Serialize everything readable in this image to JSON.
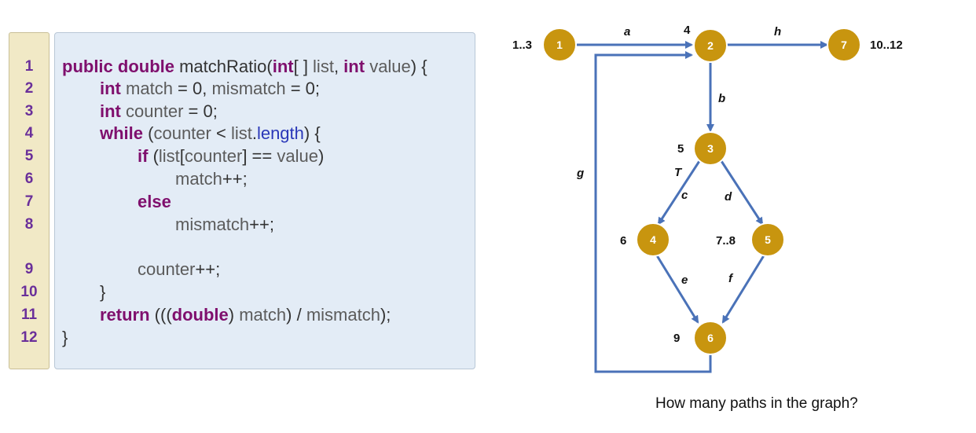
{
  "code": {
    "line_numbers": [
      "1",
      "2",
      "3",
      "4",
      "5",
      "6",
      "7",
      "8",
      "9",
      "10",
      "11",
      "12"
    ],
    "lines": [
      {
        "n": "1",
        "parts": [
          {
            "t": "public double ",
            "c": "kw"
          },
          {
            "t": "matchRatio(",
            "c": ""
          },
          {
            "t": "int",
            "c": "kw"
          },
          {
            "t": "[ ] ",
            "c": ""
          },
          {
            "t": "list",
            "c": "gray"
          },
          {
            "t": ", ",
            "c": ""
          },
          {
            "t": "int",
            "c": "kw"
          },
          {
            "t": " ",
            "c": ""
          },
          {
            "t": "value",
            "c": "gray"
          },
          {
            "t": ") {",
            "c": ""
          }
        ]
      },
      {
        "n": "2",
        "parts": [
          {
            "t": "int",
            "c": "kw"
          },
          {
            "t": " ",
            "c": ""
          },
          {
            "t": "match",
            "c": "gray"
          },
          {
            "t": " = 0, ",
            "c": ""
          },
          {
            "t": "mismatch",
            "c": "gray"
          },
          {
            "t": " = 0;",
            "c": ""
          }
        ]
      },
      {
        "n": "3",
        "parts": [
          {
            "t": "int",
            "c": "kw"
          },
          {
            "t": " ",
            "c": ""
          },
          {
            "t": "counter",
            "c": "gray"
          },
          {
            "t": " = 0;",
            "c": ""
          }
        ]
      },
      {
        "n": "4",
        "parts": [
          {
            "t": "while",
            "c": "kw"
          },
          {
            "t": " (",
            "c": ""
          },
          {
            "t": "counter",
            "c": "gray"
          },
          {
            "t": " < ",
            "c": ""
          },
          {
            "t": "list",
            "c": "gray"
          },
          {
            "t": ".",
            "c": ""
          },
          {
            "t": "length",
            "c": "fld"
          },
          {
            "t": ") {",
            "c": ""
          }
        ]
      },
      {
        "n": "5",
        "parts": [
          {
            "t": "if",
            "c": "kw"
          },
          {
            "t": " (",
            "c": ""
          },
          {
            "t": "list",
            "c": "gray"
          },
          {
            "t": "[",
            "c": ""
          },
          {
            "t": "counter",
            "c": "gray"
          },
          {
            "t": "] == ",
            "c": ""
          },
          {
            "t": "value",
            "c": "gray"
          },
          {
            "t": ")",
            "c": ""
          }
        ]
      },
      {
        "n": "6",
        "parts": [
          {
            "t": "match",
            "c": "gray"
          },
          {
            "t": "++;",
            "c": ""
          }
        ]
      },
      {
        "n": "7",
        "parts": [
          {
            "t": "else",
            "c": "kw"
          }
        ]
      },
      {
        "n": "8",
        "parts": [
          {
            "t": "mismatch",
            "c": "gray"
          },
          {
            "t": "++;",
            "c": ""
          }
        ]
      },
      {
        "n": "9",
        "parts": [
          {
            "t": "counter",
            "c": "gray"
          },
          {
            "t": "++;",
            "c": ""
          }
        ]
      },
      {
        "n": "10",
        "parts": [
          {
            "t": "}",
            "c": ""
          }
        ]
      },
      {
        "n": "11",
        "parts": [
          {
            "t": "return",
            "c": "kw"
          },
          {
            "t": " (((",
            "c": ""
          },
          {
            "t": "double",
            "c": "kw"
          },
          {
            "t": ") ",
            "c": ""
          },
          {
            "t": "match",
            "c": "gray"
          },
          {
            "t": ") / ",
            "c": ""
          },
          {
            "t": "mismatch",
            "c": "gray"
          },
          {
            "t": ");",
            "c": ""
          }
        ]
      },
      {
        "n": "12",
        "parts": [
          {
            "t": "}",
            "c": ""
          }
        ]
      }
    ]
  },
  "graph": {
    "nodes": [
      {
        "id": "1",
        "label": "1",
        "lines": "1..3"
      },
      {
        "id": "2",
        "label": "2",
        "lines": "4"
      },
      {
        "id": "3",
        "label": "3",
        "lines": "5"
      },
      {
        "id": "4",
        "label": "4",
        "lines": "6"
      },
      {
        "id": "5",
        "label": "5",
        "lines": "7..8"
      },
      {
        "id": "6",
        "label": "6",
        "lines": "9"
      },
      {
        "id": "7",
        "label": "7",
        "lines": "10..12"
      }
    ],
    "edges": [
      {
        "from": "1",
        "to": "2",
        "label": "a"
      },
      {
        "from": "2",
        "to": "3",
        "label": "b"
      },
      {
        "from": "3",
        "to": "4",
        "label": "c"
      },
      {
        "from": "3",
        "to": "5",
        "label": "d"
      },
      {
        "from": "4",
        "to": "6",
        "label": "e"
      },
      {
        "from": "5",
        "to": "6",
        "label": "f"
      },
      {
        "from": "6",
        "to": "2",
        "label": "g"
      },
      {
        "from": "2",
        "to": "7",
        "label": "h"
      }
    ],
    "branch_label": "T",
    "node_color": "#c8950f",
    "edge_color": "#4a72b8"
  },
  "question": "How many paths in the graph?",
  "colors": {
    "keyword": "#7f0f6d",
    "identifier": "#5b5b5b",
    "field": "#2a37b8",
    "line_number": "#6a2f9a",
    "code_bg": "#e3ecf6",
    "gutter_bg": "#f1e9c6"
  }
}
